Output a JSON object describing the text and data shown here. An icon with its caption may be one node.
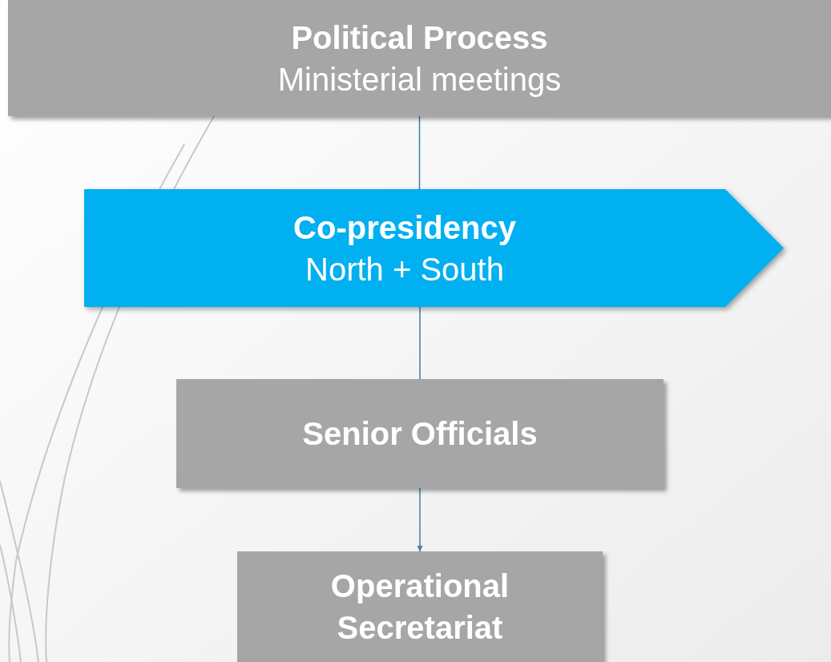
{
  "diagram": {
    "nodes": [
      {
        "text": [
          "Political Process",
          "Ministerial meetings"
        ]
      },
      {
        "text": [
          "Co-presidency",
          "North + South"
        ]
      },
      {
        "text": [
          "Senior Officials"
        ]
      },
      {
        "text": [
          "Operational Secretariat"
        ]
      }
    ],
    "edges": [
      {
        "from": 0,
        "to": 1,
        "arrow": "none"
      },
      {
        "from": 1,
        "to": 2,
        "arrow": "none"
      },
      {
        "from": 2,
        "to": 3,
        "arrow": "to"
      }
    ]
  }
}
